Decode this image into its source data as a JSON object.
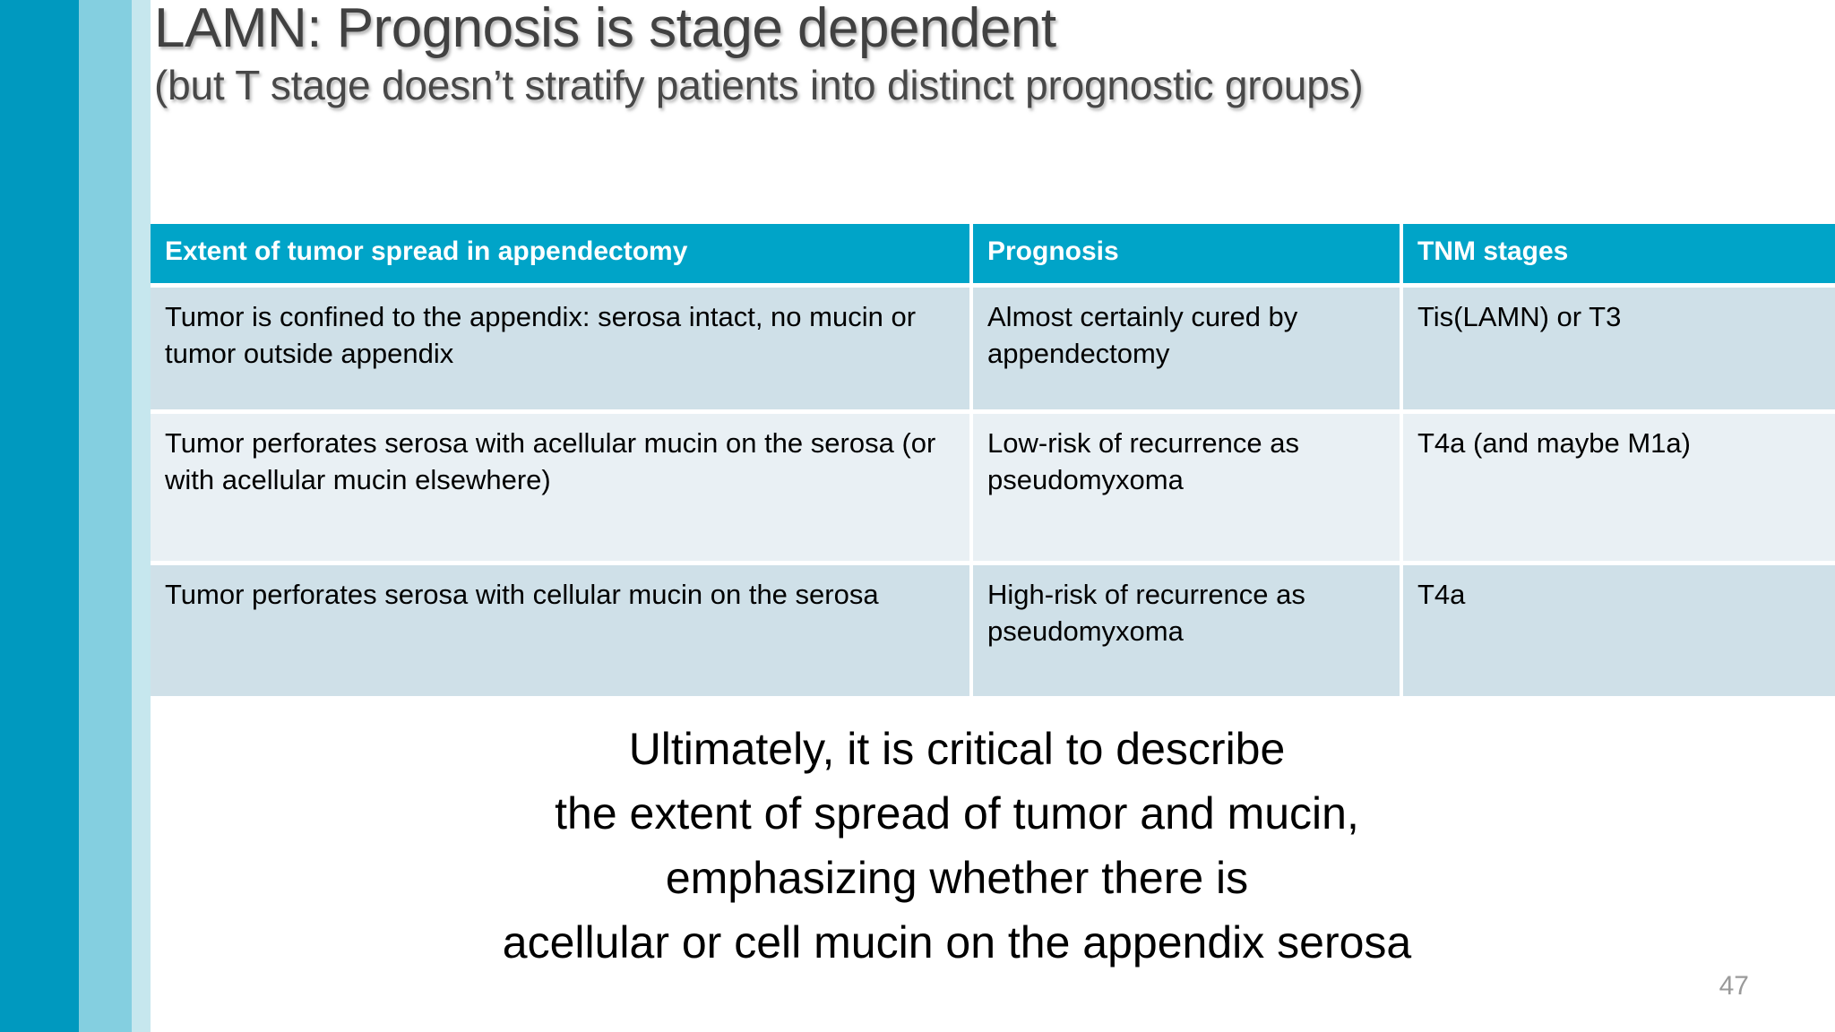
{
  "slide": {
    "title": "LAMN: Prognosis is stage dependent",
    "subtitle": "(but T stage doesn’t stratify patients into distinct prognostic groups)",
    "page_number": "47"
  },
  "colors": {
    "accent_bar_dark": "#0099bf",
    "accent_bar_mid": "#84cfe0",
    "accent_bar_light": "#c6e7ee",
    "table_header_bg": "#00a4c8",
    "table_header_text": "#ffffff",
    "row_shade_dark": "#cfe0e8",
    "row_shade_light": "#e9f0f4",
    "title_text": "#414141",
    "body_text": "#000000",
    "page_number_text": "#9a9a9a"
  },
  "table": {
    "headers": [
      "Extent of tumor spread in appendectomy",
      "Prognosis",
      "TNM stages"
    ],
    "rows": [
      {
        "extent": "Tumor is confined to the appendix: serosa intact, no mucin or tumor outside appendix",
        "prognosis": "Almost certainly cured by appendectomy",
        "tnm": "Tis(LAMN) or T3"
      },
      {
        "extent": "Tumor perforates serosa with acellular mucin on the serosa (or with acellular mucin elsewhere)",
        "prognosis": "Low-risk of recurrence as pseudomyxoma",
        "tnm": "T4a (and maybe M1a)"
      },
      {
        "extent": "Tumor perforates serosa with cellular mucin on the serosa",
        "prognosis": "High-risk of recurrence as pseudomyxoma",
        "tnm": "T4a"
      }
    ]
  },
  "closing": {
    "lines": [
      "Ultimately, it is critical to describe",
      "the extent of spread of tumor and mucin,",
      "emphasizing whether there is",
      "acellular or cell mucin on the appendix serosa"
    ]
  }
}
